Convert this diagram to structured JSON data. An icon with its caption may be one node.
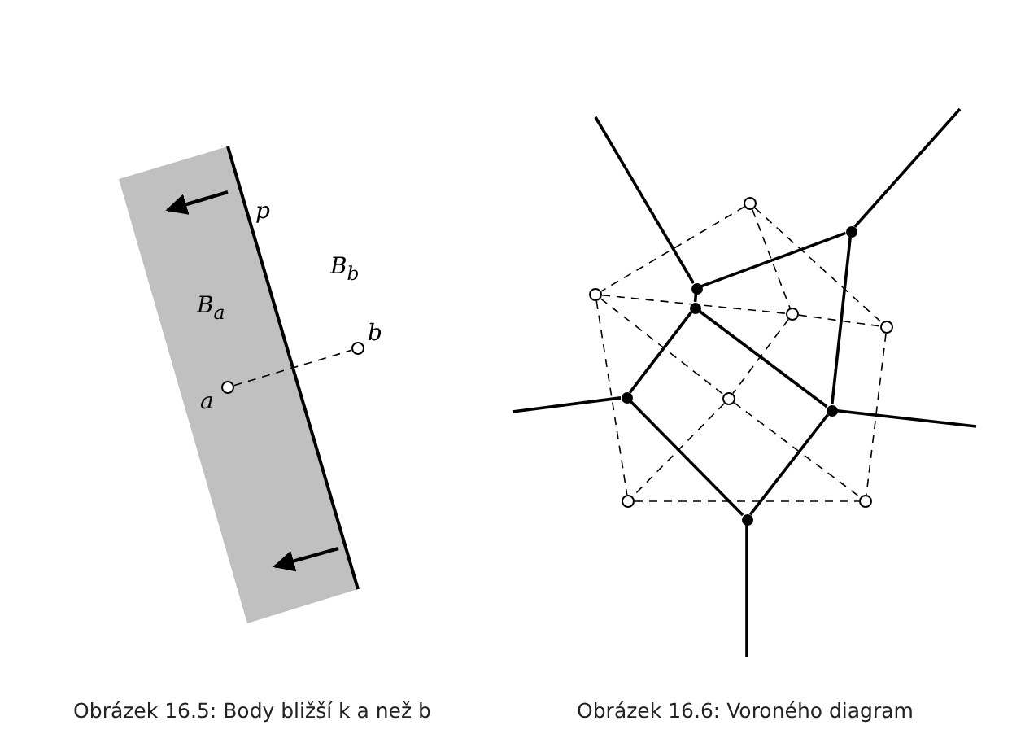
{
  "diagram": {
    "nodes": [
      {
        "text": [],
        "shape": "circle",
        "beside": [
          "a"
        ]
      },
      {
        "text": [],
        "shape": "circle",
        "beside": [
          "b"
        ]
      },
      {
        "text": [],
        "shape": "circle"
      },
      {
        "text": [],
        "shape": "circle"
      },
      {
        "text": [],
        "shape": "circle"
      },
      {
        "text": [],
        "shape": "circle"
      },
      {
        "text": [],
        "shape": "circle"
      },
      {
        "text": [],
        "shape": "circle"
      },
      {
        "text": [],
        "shape": "circle"
      },
      {
        "text": [],
        "shape": "circle"
      },
      {
        "text": [],
        "shape": "circle"
      },
      {
        "text": [],
        "shape": "circle"
      },
      {
        "text": [],
        "shape": "circle"
      },
      {
        "text": [],
        "shape": "circle"
      },
      {
        "text": [],
        "shape": "circle"
      }
    ],
    "edges": [
      {
        "from": 0,
        "to": 1,
        "arrow": "none",
        "style": "dashed"
      },
      {
        "from": 9,
        "to": 11,
        "arrow": "none"
      },
      {
        "from": 9,
        "to": 10,
        "arrow": "none"
      },
      {
        "from": 10,
        "to": 12,
        "arrow": "none"
      },
      {
        "from": 10,
        "to": 13,
        "arrow": "none"
      },
      {
        "from": 11,
        "to": 13,
        "arrow": "none"
      },
      {
        "from": 12,
        "to": 14,
        "arrow": "none"
      },
      {
        "from": 13,
        "to": 14,
        "arrow": "none"
      },
      {
        "from": 9,
        "to": null,
        "arrow": "none"
      },
      {
        "from": 11,
        "to": null,
        "arrow": "none"
      },
      {
        "from": 12,
        "to": null,
        "arrow": "none"
      },
      {
        "from": 13,
        "to": null,
        "arrow": "none"
      },
      {
        "from": 14,
        "to": null,
        "arrow": "none"
      },
      {
        "from": 2,
        "to": 3,
        "arrow": "none",
        "style": "dashed"
      },
      {
        "from": 2,
        "to": 4,
        "arrow": "none",
        "style": "dashed"
      },
      {
        "from": 2,
        "to": 5,
        "arrow": "none",
        "style": "dashed"
      },
      {
        "from": 3,
        "to": 4,
        "arrow": "none",
        "style": "dashed"
      },
      {
        "from": 4,
        "to": 5,
        "arrow": "none",
        "style": "dashed"
      },
      {
        "from": 3,
        "to": 6,
        "arrow": "none",
        "style": "dashed"
      },
      {
        "from": 6,
        "to": 8,
        "arrow": "none",
        "style": "dashed"
      },
      {
        "from": 4,
        "to": 6,
        "arrow": "none",
        "style": "dashed"
      },
      {
        "from": 6,
        "to": 7,
        "arrow": "none",
        "style": "dashed"
      },
      {
        "from": 3,
        "to": 7,
        "arrow": "none",
        "style": "dashed"
      },
      {
        "from": 7,
        "to": 8,
        "arrow": "none",
        "style": "dashed"
      },
      {
        "from": 5,
        "to": 8,
        "arrow": "none",
        "style": "dashed"
      }
    ],
    "labels": [
      "p",
      "B$_{a}$",
      "B$_{b}$",
      "Obrázek 16.5: Body bližší k a než b",
      "Obrázek 16.6: Voroného diagram"
    ]
  }
}
